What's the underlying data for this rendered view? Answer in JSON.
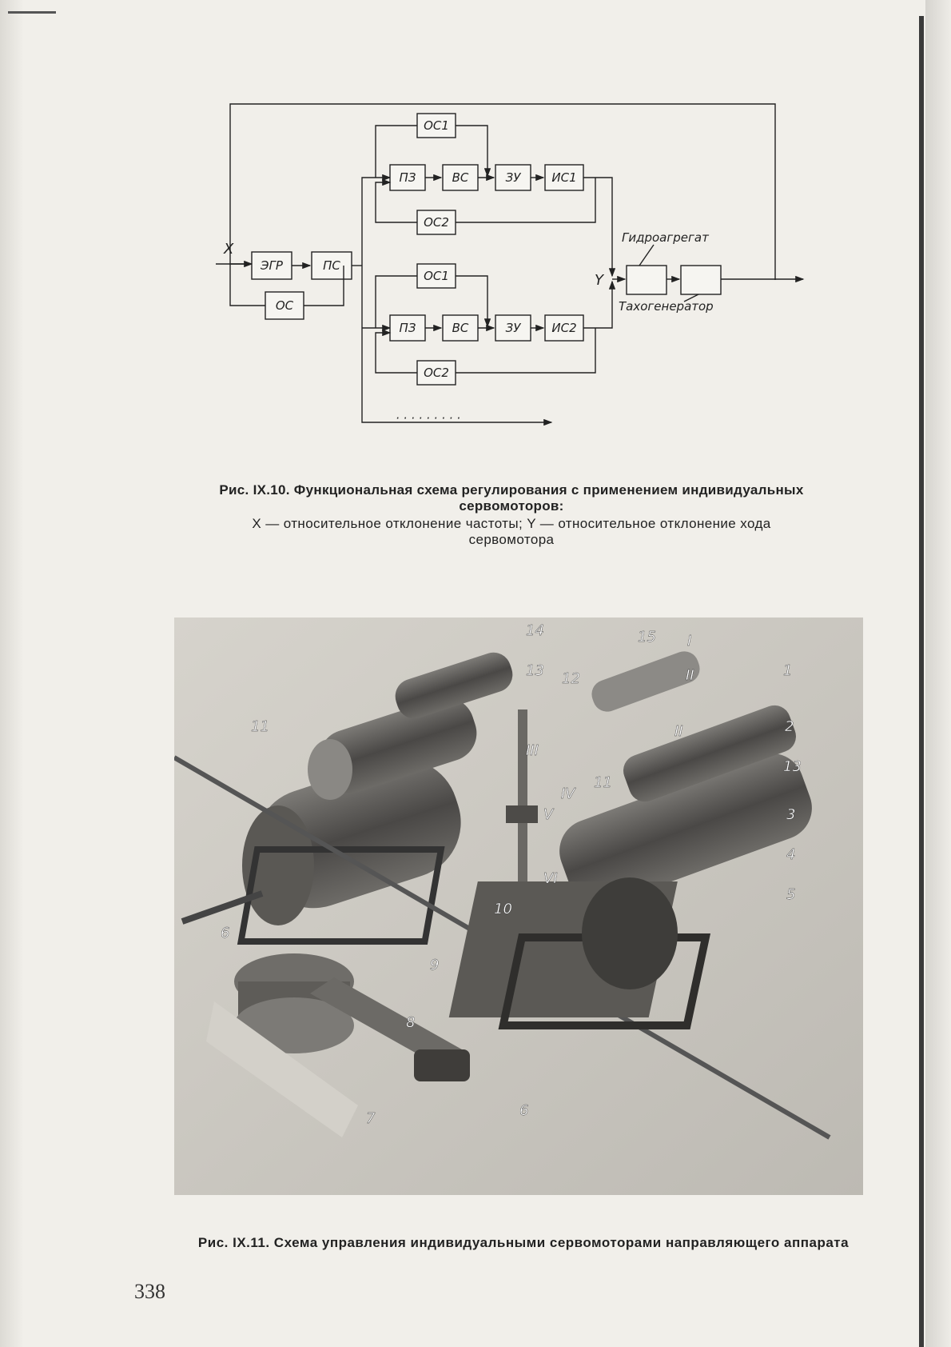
{
  "figure1": {
    "blocks": {
      "egr": "ЭГР",
      "ps": "ПС",
      "os": "ОС",
      "os1_top": "ОС1",
      "pz_top": "ПЗ",
      "vs_top": "ВС",
      "zu_top": "ЗУ",
      "is1": "ИС1",
      "os2_top": "ОС2",
      "os1_bot": "ОС1",
      "pz_bot": "ПЗ",
      "vs_bot": "ВС",
      "zu_bot": "ЗУ",
      "is2": "ИС2",
      "os2_bot": "ОС2"
    },
    "labels": {
      "x": "X",
      "y": "Y",
      "hydro": "Гидроагрегат",
      "tacho": "Тахогенератор"
    },
    "caption_title": "Рис. IX.10. Функциональная схема регулирования с применением индивидуальных сервомоторов:",
    "caption_desc": "X — относительное отклонение частоты; Y — относительное отклонение хода сервомотора"
  },
  "figure2": {
    "callouts": [
      "1",
      "2",
      "3",
      "4",
      "5",
      "6",
      "6",
      "7",
      "8",
      "9",
      "10",
      "11",
      "11",
      "12",
      "13",
      "13",
      "14",
      "15",
      "I",
      "II",
      "II",
      "III",
      "IV",
      "V",
      "VI"
    ],
    "caption_title": "Рис. IX.11. Схема управления индивидуальными сервомоторами направляющего аппарата"
  },
  "page_number": "338"
}
